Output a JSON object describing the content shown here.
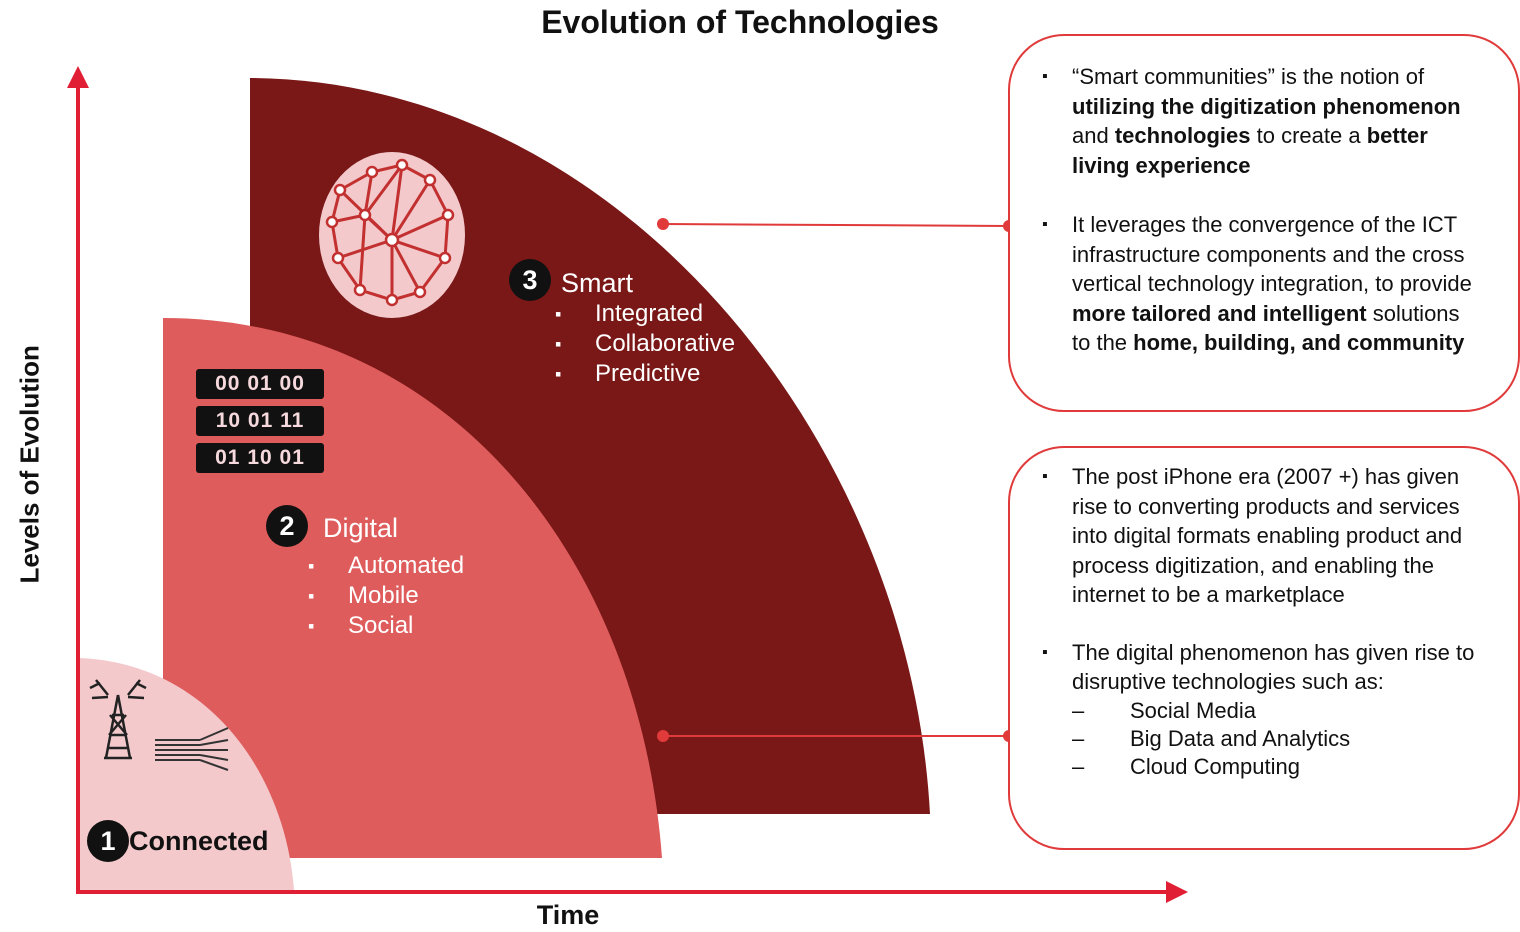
{
  "title": "Evolution of Technologies",
  "axes": {
    "y_label": "Levels of Evolution",
    "x_label": "Time"
  },
  "stages": [
    {
      "number": "1",
      "name": "Connected",
      "features": []
    },
    {
      "number": "2",
      "name": "Digital",
      "features": [
        "Automated",
        "Mobile",
        "Social"
      ]
    },
    {
      "number": "3",
      "name": "Smart",
      "features": [
        "Integrated",
        "Collaborative",
        "Predictive"
      ]
    }
  ],
  "binary_codes": [
    "00 01 00",
    "10 01 11",
    "01 10 01"
  ],
  "info_top": {
    "bullet1": {
      "t1": "“Smart communities” is the notion of ",
      "b1": "utilizing the digitization phenomenon",
      "t2": " and ",
      "b2": "technologies",
      "t3": " to create a ",
      "b3": "better living experience"
    },
    "bullet2": {
      "t1": "It leverages the convergence of the ICT infrastructure components and the cross vertical technology integration, to provide ",
      "b1": "more tailored and intelligent",
      "t2": " solutions to the ",
      "b2": "home, building, and community"
    }
  },
  "info_bottom": {
    "bullet1": "The post iPhone era (2007 +) has given rise to converting products and services into digital formats enabling product and process digitization, and enabling the internet to be a marketplace",
    "bullet2": "The digital phenomenon has given rise to disruptive technologies such as:",
    "dash": "–",
    "sub_items": [
      "Social Media",
      "Big Data and Analytics",
      "Cloud Computing"
    ]
  },
  "colors": {
    "smart": "#7a1717",
    "digital": "#df5c5c",
    "connected": "#f3c9cc",
    "axis": "#e01f35",
    "connector": "#e03a3a"
  },
  "icons": [
    "network-globe-icon",
    "binary-code-icon",
    "radio-tower-icon",
    "fiber-cable-icon"
  ]
}
